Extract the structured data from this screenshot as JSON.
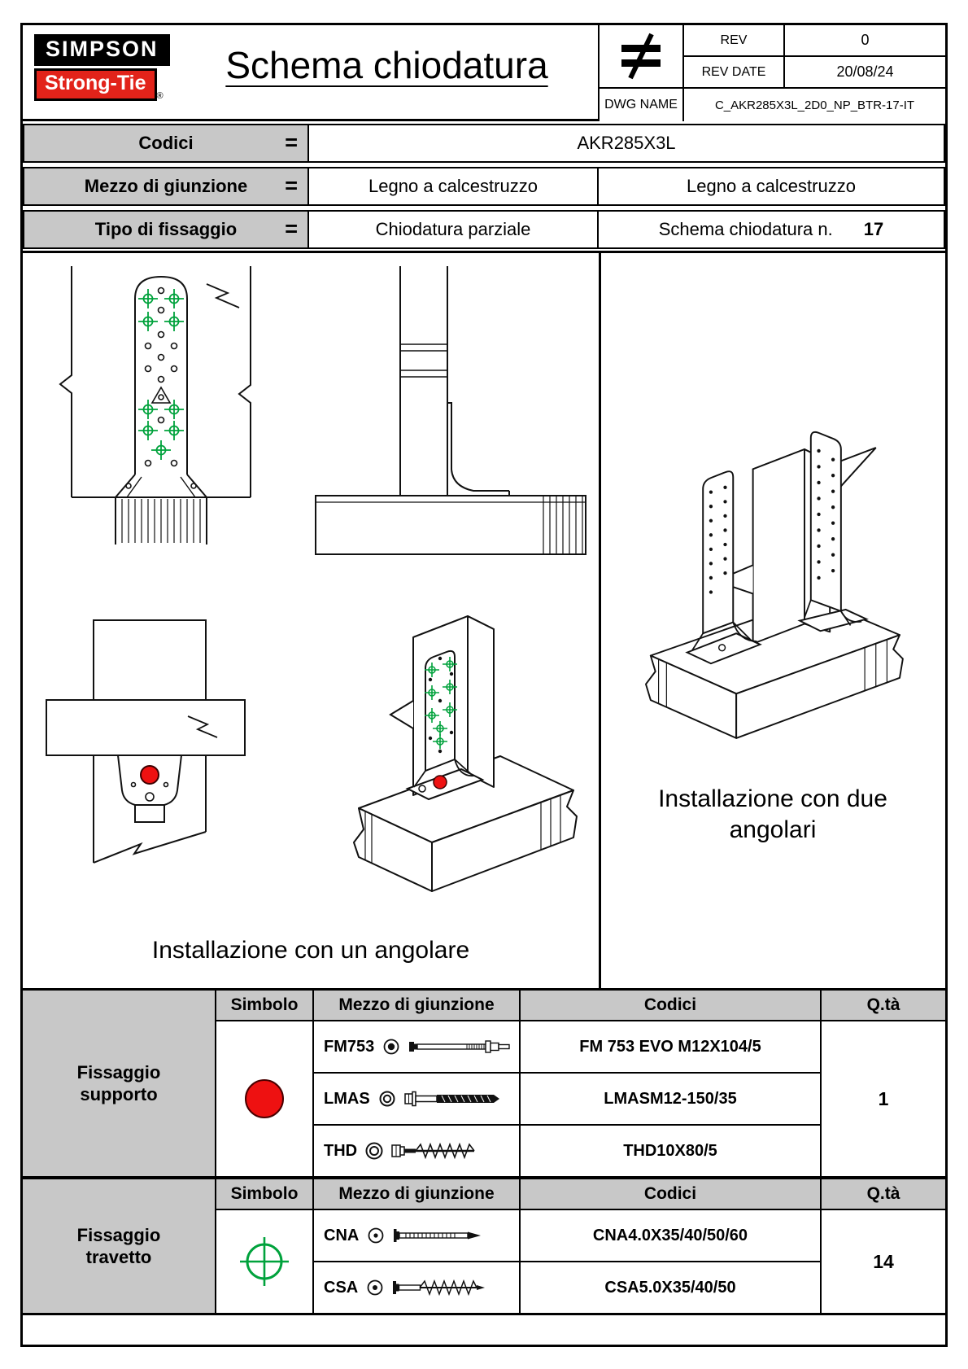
{
  "document": {
    "title": "Schema chiodatura"
  },
  "logo": {
    "line1": "SIMPSON",
    "line2": "Strong-Tie",
    "registered": "®"
  },
  "rev_table": {
    "not_equal_symbol": "≠",
    "rev_label": "REV",
    "rev_value": "0",
    "rev_date_label": "REV DATE",
    "rev_date_value": "20/08/24",
    "dwg_name_label": "DWG NAME",
    "dwg_name_value": "C_AKR285X3L_2D0_NP_BTR-17-IT"
  },
  "info_table": {
    "row_codici": {
      "label": "Codici",
      "equals": "=",
      "value": "AKR285X3L"
    },
    "row_mezzo": {
      "label": "Mezzo di giunzione",
      "equals": "=",
      "value_left": "Legno a calcestruzzo",
      "value_right": "Legno a calcestruzzo"
    },
    "row_tipo": {
      "label": "Tipo di fissaggio",
      "equals": "=",
      "value_left": "Chiodatura parziale",
      "value_right_label": "Schema chiodatura n.",
      "value_right_number": "17"
    }
  },
  "drawings": {
    "caption_single": "Installazione con un angolare",
    "caption_double": "Installazione con due angolari",
    "icons": {
      "anchor_marker": "red-filled-circle",
      "nail_marker": "green-crosshair",
      "break_symbol": "zigzag-break-line"
    }
  },
  "fastening_tables": [
    {
      "group_label": "Fissaggio supporto",
      "headers": {
        "symbol": "Simbolo",
        "fastener": "Mezzo di giunzione",
        "codes": "Codici",
        "qty": "Q.tà"
      },
      "symbol": {
        "type": "red-filled-circle",
        "color": "#ee1111"
      },
      "rows": [
        {
          "name": "FM753",
          "code": "FM 753 EVO M12X104/5"
        },
        {
          "name": "LMAS",
          "code": "LMASM12-150/35"
        },
        {
          "name": "THD",
          "code": "THD10X80/5"
        }
      ],
      "qty": "1"
    },
    {
      "group_label": "Fissaggio travetto",
      "headers": {
        "symbol": "Simbolo",
        "fastener": "Mezzo di giunzione",
        "codes": "Codici",
        "qty": "Q.tà"
      },
      "symbol": {
        "type": "green-crosshair-circle",
        "color": "#00a23c"
      },
      "rows": [
        {
          "name": "CNA",
          "code": "CNA4.0X35/40/50/60"
        },
        {
          "name": "CSA",
          "code": "CSA5.0X35/40/50"
        }
      ],
      "qty": "14"
    }
  ],
  "colors": {
    "accent_red": "#ee1111",
    "marker_green": "#00a23c",
    "header_gray": "#c8c8c8",
    "logo_red": "#e2231a"
  }
}
